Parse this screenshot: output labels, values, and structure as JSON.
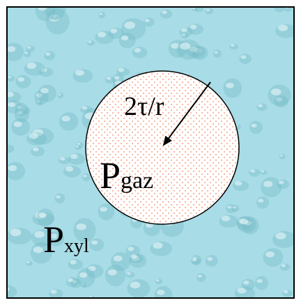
{
  "diagram": {
    "background_color": "#a8dce6",
    "droplet_highlight": "#ecf9fb",
    "droplet_shadow": "#6fb6c4",
    "bubble_fill": "#ffffff",
    "bubble_dot_color": "#f2a488",
    "border_color": "#000000",
    "labels": {
      "tension": "2τ/r",
      "gas_pressure_main": "P",
      "gas_pressure_sub": "gaz",
      "xylem_pressure_main": "P",
      "xylem_pressure_sub": "xyl"
    }
  }
}
